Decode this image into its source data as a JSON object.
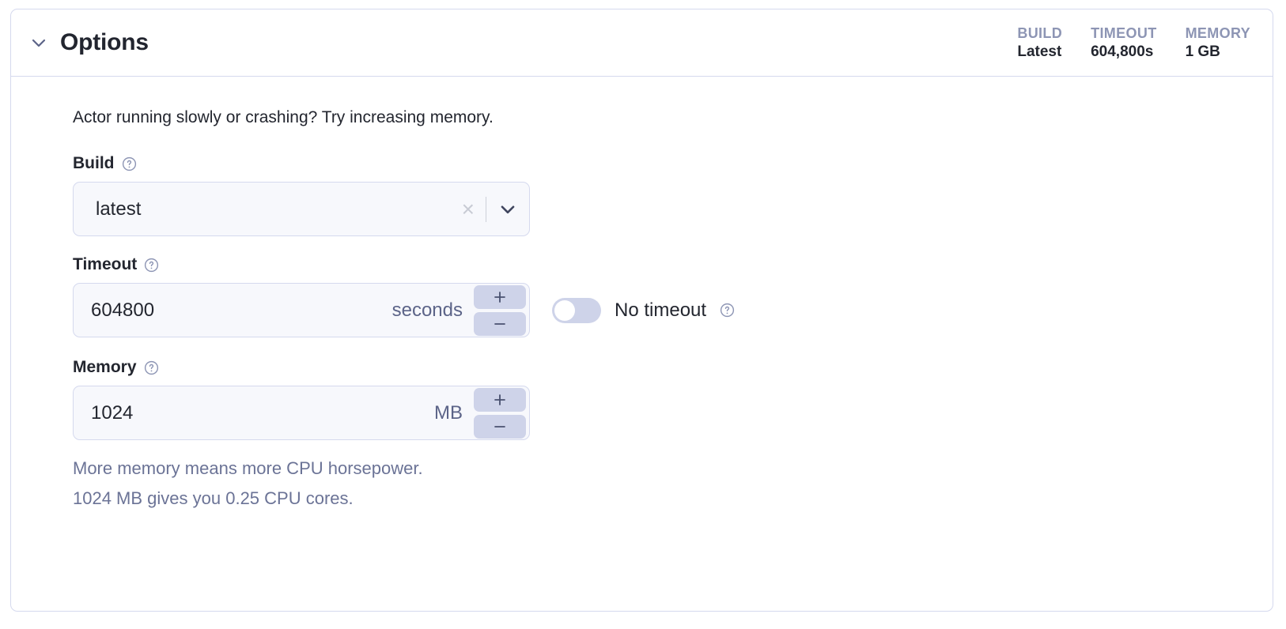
{
  "panel": {
    "title": "Options",
    "collapse_icon": "chevron-down-icon",
    "stats": [
      {
        "label": "BUILD",
        "value": "Latest"
      },
      {
        "label": "TIMEOUT",
        "value": "604,800s"
      },
      {
        "label": "MEMORY",
        "value": "1 GB"
      }
    ],
    "intro": "Actor running slowly or crashing? Try increasing memory.",
    "build": {
      "label": "Build",
      "help_icon": "help-circle-icon",
      "value": "latest",
      "clear_icon": "close-icon",
      "chevron_icon": "chevron-down-icon"
    },
    "timeout": {
      "label": "Timeout",
      "help_icon": "help-circle-icon",
      "value": "604800",
      "unit": "seconds",
      "increment_icon": "plus-icon",
      "decrement_icon": "minus-icon",
      "toggle_label": "No timeout",
      "toggle_state": "off",
      "toggle_help_icon": "help-circle-icon"
    },
    "memory": {
      "label": "Memory",
      "help_icon": "help-circle-icon",
      "value": "1024",
      "unit": "MB",
      "increment_icon": "plus-icon",
      "decrement_icon": "minus-icon",
      "hint_line_1": "More memory means more CPU horsepower.",
      "hint_line_2": "1024 MB gives you 0.25 CPU cores."
    }
  },
  "colors": {
    "border": "#d5d9ee",
    "input_bg": "#f7f8fc",
    "accent_muted": "#ced3e9",
    "text": "#23262f",
    "text_muted": "#6b7396",
    "stat_label": "#8d95b4"
  }
}
